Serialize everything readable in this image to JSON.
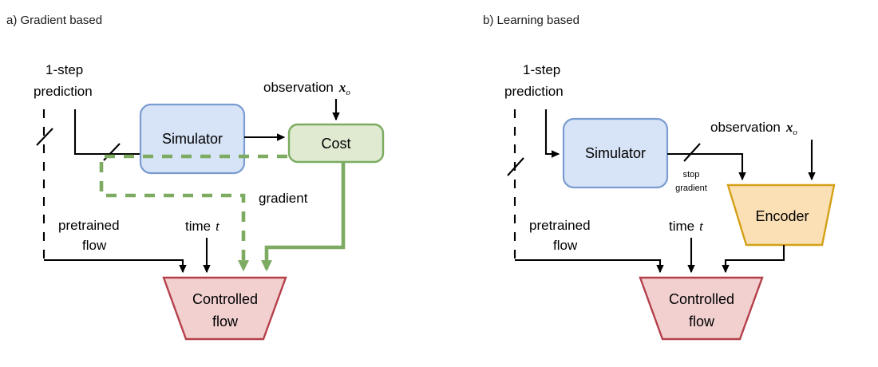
{
  "figure": {
    "panels": [
      {
        "id": "a",
        "title": "a) Gradient based",
        "labels": {
          "one_step": "1-step",
          "prediction": "prediction",
          "observation": "observation",
          "observation_var": "x",
          "observation_sub": "o",
          "pretrained": "pretrained",
          "flow": "flow",
          "time": "time",
          "time_var": "t",
          "gradient": "gradient"
        },
        "nodes": [
          {
            "name": "simulator",
            "label": "Simulator",
            "shape": "rounded-rect",
            "fill": "#d7e3f7",
            "stroke": "#7a9cd1"
          },
          {
            "name": "cost",
            "label": "Cost",
            "shape": "rounded-rect",
            "fill": "#dfead0",
            "stroke": "#7cab61"
          },
          {
            "name": "controlled-flow",
            "label_line1": "Controlled",
            "label_line2": "flow",
            "shape": "trapezoid",
            "fill": "#f2d0d0",
            "stroke": "#b5404b"
          }
        ]
      },
      {
        "id": "b",
        "title": "b) Learning based",
        "labels": {
          "one_step": "1-step",
          "prediction": "prediction",
          "observation": "observation",
          "observation_var": "x",
          "observation_sub": "o",
          "pretrained": "pretrained",
          "flow": "flow",
          "time": "time",
          "time_var": "t",
          "stop": "stop",
          "gradient": "gradient"
        },
        "nodes": [
          {
            "name": "simulator",
            "label": "Simulator",
            "shape": "rounded-rect",
            "fill": "#d7e3f7",
            "stroke": "#7a9cd1"
          },
          {
            "name": "encoder",
            "label": "Encoder",
            "shape": "trapezoid",
            "fill": "#fae0b4",
            "stroke": "#d4a017"
          },
          {
            "name": "controlled-flow",
            "label_line1": "Controlled",
            "label_line2": "flow",
            "shape": "trapezoid",
            "fill": "#f2d0d0",
            "stroke": "#b5404b"
          }
        ]
      }
    ],
    "colors": {
      "blue_fill": "#d7e3f7",
      "blue_stroke": "#7a9cd1",
      "green_fill": "#dfead0",
      "green_stroke": "#7cab61",
      "pink_fill": "#f2d0d0",
      "pink_stroke": "#b5404b",
      "orange_fill": "#fae0b4",
      "orange_stroke": "#d4a017",
      "line": "#000000"
    }
  }
}
